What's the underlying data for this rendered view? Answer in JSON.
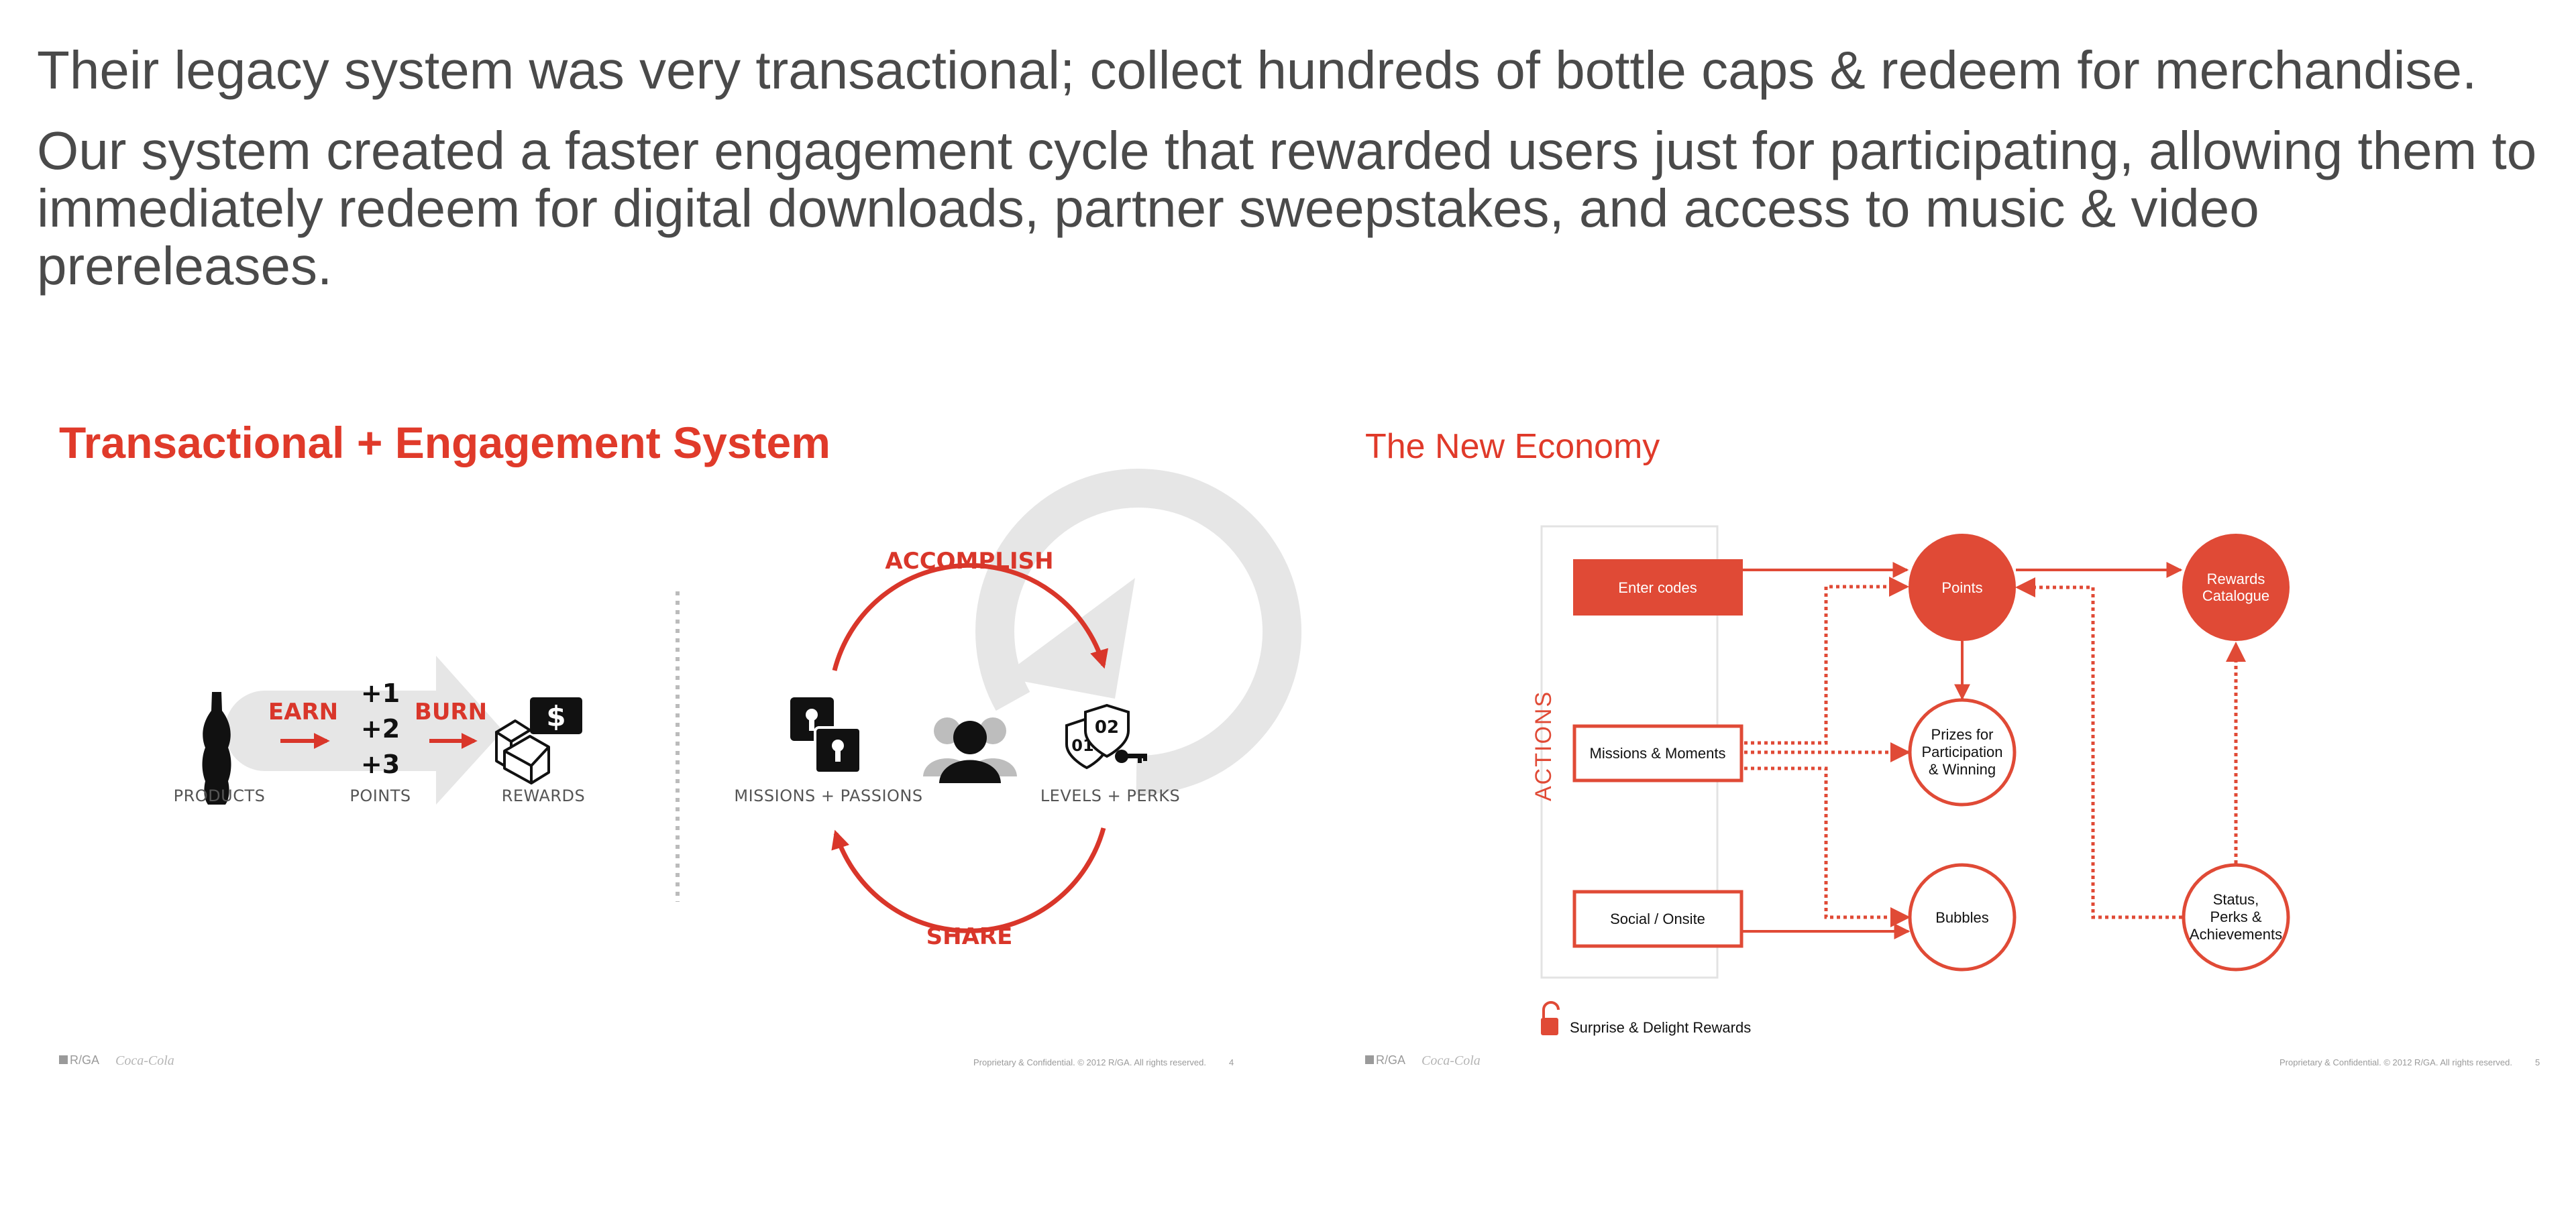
{
  "intro": {
    "line1": "Their legacy system was very transactional; collect hundreds of bottle caps & redeem for merchandise.",
    "line2a": "Our system created a faster engagement cycle that rewarded users just for participating, allowing them to",
    "line2b": "immediately redeem for digital downloads, partner sweepstakes, and access to music & video prereleases."
  },
  "slide1": {
    "title": "Transactional + Engagement System",
    "earn": "EARN",
    "burn": "BURN",
    "points_values": [
      "+1",
      "+2",
      "+3"
    ],
    "dollar": "$",
    "labels": {
      "products": "PRODUCTS",
      "points": "POINTS",
      "rewards": "REWARDS",
      "missions": "MISSIONS + PASSIONS",
      "levels": "LEVELS + PERKS"
    },
    "accomplish": "ACCOMPLISH",
    "share": "SHARE",
    "badge_02": "02",
    "badge_01": "01",
    "brand_rga": "R/GA",
    "brand_coke": "Coca-Cola",
    "footer_text": "Proprietary & Confidential. © 2012 R/GA. All rights reserved.",
    "page_number": "4"
  },
  "slide2": {
    "title": "The New Economy",
    "actions_label": "ACTIONS",
    "boxes": {
      "enter_codes": "Enter codes",
      "missions": "Missions & Moments",
      "social": "Social / Onsite"
    },
    "nodes": {
      "points": "Points",
      "rewards": [
        "Rewards",
        "Catalogue"
      ],
      "prizes": [
        "Prizes for",
        "Participation",
        "& Winning"
      ],
      "bubbles": "Bubbles",
      "status": [
        "Status,",
        "Perks &",
        "Achievements"
      ]
    },
    "legend": "Surprise & Delight Rewards",
    "brand_rga": "R/GA",
    "brand_coke": "Coca-Cola",
    "footer_text": "Proprietary & Confidential. © 2012 R/GA. All rights reserved.",
    "page_number": "5"
  },
  "colors": {
    "accent_red": "#e03a2a",
    "node_red": "#e04a36",
    "text_gray": "#4a4a4a",
    "light_gray": "#e6e6e6"
  }
}
